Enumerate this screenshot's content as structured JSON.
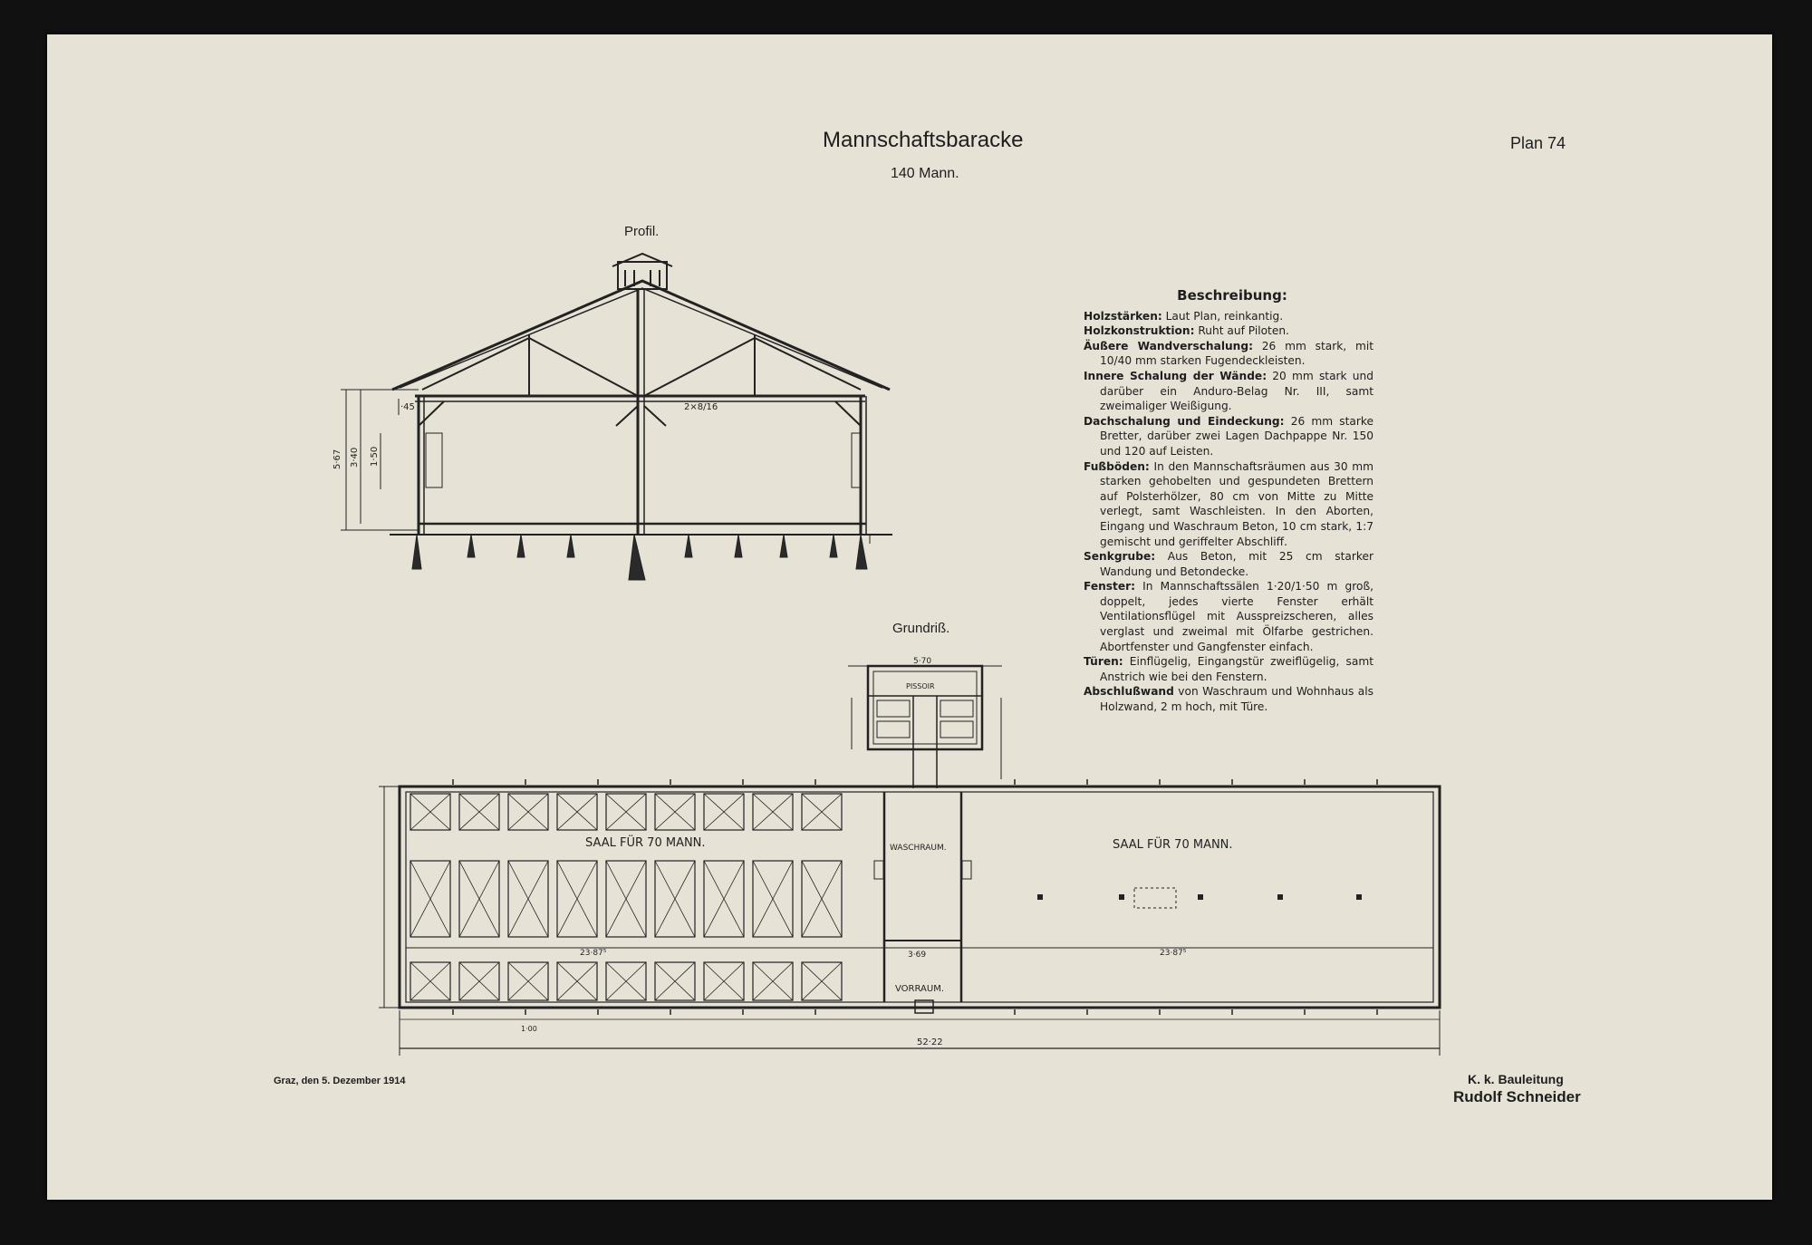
{
  "title": "Mannschaftsbaracke",
  "subtitle": "140 Mann.",
  "plan_number": "Plan 74",
  "section_label": "Profil.",
  "plan_label": "Grundriß.",
  "description": {
    "heading": "Beschreibung:",
    "entries": [
      {
        "term": "Holzstärken:",
        "text": "Laut Plan, reinkantig."
      },
      {
        "term": "Holzkonstruktion:",
        "text": "Ruht auf Piloten."
      },
      {
        "term": "Äußere Wandverschalung:",
        "text": "26 mm stark, mit 10/40 mm starken Fugendeckleisten."
      },
      {
        "term": "Innere Schalung der Wände:",
        "text": "20 mm stark und darüber ein Anduro-Belag Nr. III, samt zweimaliger Weißigung."
      },
      {
        "term": "Dachschalung und Eindeckung:",
        "text": "26 mm starke Bretter, darüber zwei Lagen Dachpappe Nr. 150 und 120 auf Leisten."
      },
      {
        "term": "Fußböden:",
        "text": "In den Mannschaftsräumen aus 30 mm starken gehobelten und gespundeten Brettern auf Polsterhölzer, 80 cm von Mitte zu Mitte verlegt, samt Waschleisten. In den Aborten, Eingang und Waschraum Beton, 10 cm stark, 1:7 gemischt und geriffelter Abschliff."
      },
      {
        "term": "Senkgrube:",
        "text": "Aus Beton, mit 25 cm starker Wandung und Betondecke."
      },
      {
        "term": "Fenster:",
        "text": "In Mannschaftssälen 1·20/1·50 m groß, doppelt, jedes vierte Fenster erhält Ventilationsflügel mit Ausspreizscheren, alles verglast und zweimal mit Ölfarbe gestrichen. Abortfenster und Gangfenster einfach."
      },
      {
        "term": "Türen:",
        "text": "Einflügelig, Eingangstür zweiflügelig, samt Anstrich wie bei den Fenstern."
      },
      {
        "term": "Abschlußwand",
        "text": "von Waschraum und Wohnhaus als Holzwand, 2 m hoch, mit Türe."
      }
    ]
  },
  "drawing_labels": {
    "hall_left": "SAAL FÜR 70 MANN.",
    "hall_right": "SAAL FÜR 70 MANN.",
    "washroom": "WASCHRAUM.",
    "vestibule": "VORRAUM.",
    "latrine": "PISSOIR",
    "total_length": "52·22",
    "hall_length_left": "23·87⁵",
    "hall_length_right": "23·87⁵",
    "middle_width": "3·69",
    "latrine_width": "5·70",
    "spacing": "1·00",
    "height_total": "5·67",
    "height_wall": "3·40",
    "window_height": "1·50",
    "plinth": "·45",
    "rafter": "2×8/16"
  },
  "footer": {
    "place_date": "Graz, den 5. Dezember 1914",
    "office": "K. k. Bauleitung",
    "signer": "Rudolf Schneider"
  },
  "colors": {
    "paper": "#e7e2d6",
    "ink": "#1e1e1e",
    "mount": "#111111"
  }
}
